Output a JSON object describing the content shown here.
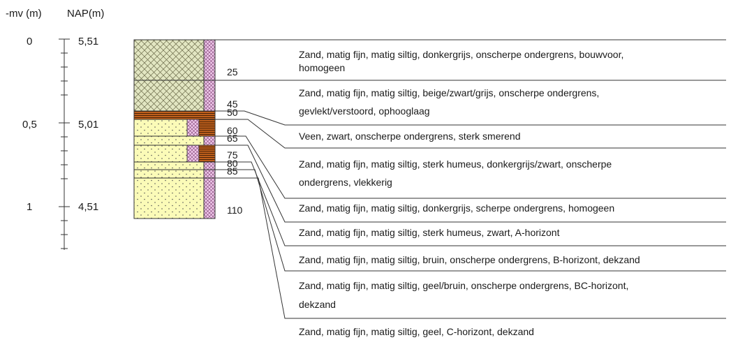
{
  "headers": {
    "mv": "-mv (m)",
    "nap": "NAP(m)"
  },
  "axis_labels": [
    {
      "mv": "0",
      "nap": "5,51"
    },
    {
      "mv": "0,5",
      "nap": "5,01"
    },
    {
      "mv": "1",
      "nap": "4,51"
    }
  ],
  "depth_labels": [
    "25",
    "45",
    "50",
    "60",
    "65",
    "75",
    "80",
    "85",
    "110"
  ],
  "layers": [
    {
      "depth": "25",
      "lines": [
        "Zand, matig fijn, matig siltig, donkergrijs, onscherpe ondergrens, bouwvoor,",
        "homogeen"
      ]
    },
    {
      "depth": "45",
      "lines": [
        "Zand, matig fijn, matig siltig, beige/zwart/grijs, onscherpe ondergrens,",
        "gevlekt/verstoord, ophooglaag"
      ]
    },
    {
      "depth": "50",
      "lines": [
        "Veen,  zwart, onscherpe ondergrens, sterk smerend"
      ]
    },
    {
      "depth": "60",
      "lines": [
        "Zand, matig fijn, matig siltig, sterk humeus, donkergrijs/zwart, onscherpe",
        "ondergrens, vlekkerig"
      ]
    },
    {
      "depth": "65",
      "lines": [
        "Zand, matig fijn, matig siltig, donkergrijs, scherpe ondergrens, homogeen"
      ]
    },
    {
      "depth": "75",
      "lines": [
        "Zand, matig fijn, matig siltig, sterk humeus, zwart, A-horizont"
      ]
    },
    {
      "depth": "80",
      "lines": [
        "Zand, matig fijn, matig siltig, bruin, onscherpe ondergrens, B-horizont, dekzand"
      ]
    },
    {
      "depth": "85",
      "lines": [
        "Zand, matig fijn, matig siltig, geel/bruin, onscherpe ondergrens, BC-horizont,",
        "dekzand"
      ]
    },
    {
      "depth": "110",
      "lines": [
        "Zand, matig fijn, matig siltig, geel, C-horizont, dekzand"
      ]
    }
  ],
  "colors": {
    "fill_topsoil": "#e2e6c2",
    "fill_sand": "#fbfbb8",
    "fill_peat": "#c0601c",
    "fill_humus_strip": "#efc8ea",
    "line": "#333333"
  }
}
